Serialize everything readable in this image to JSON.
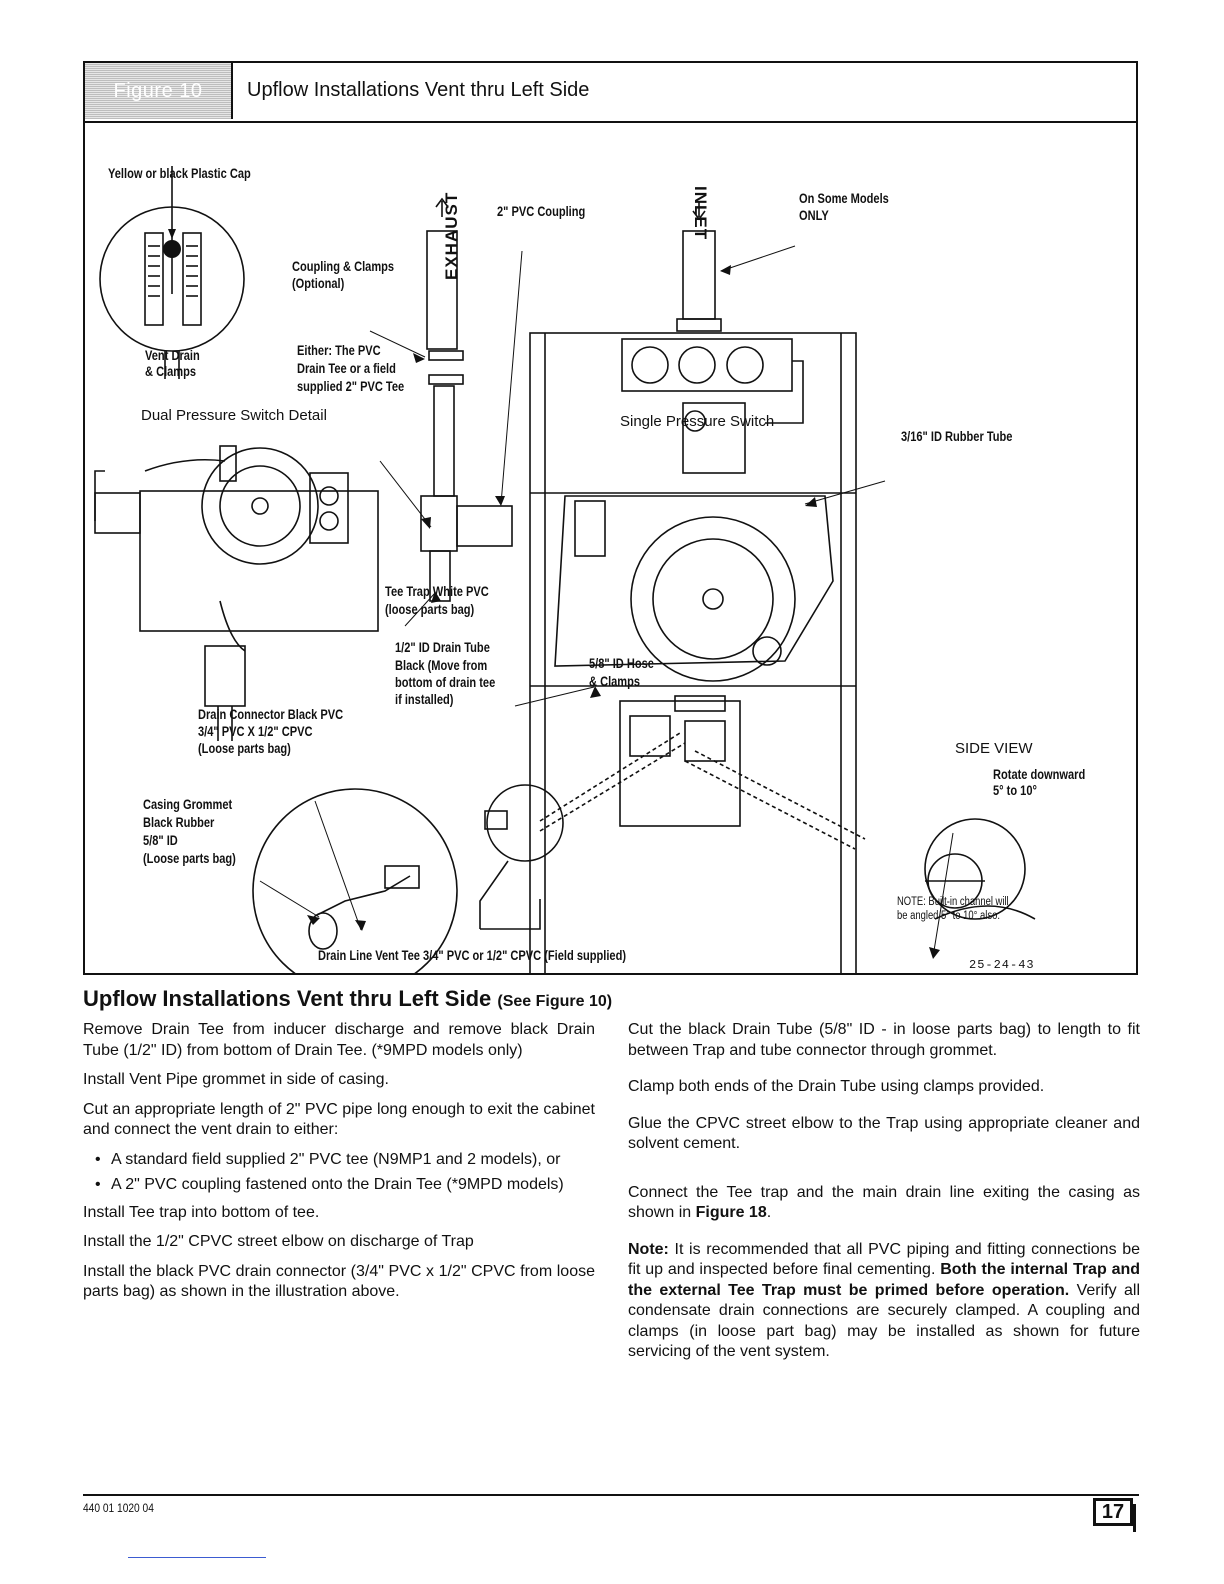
{
  "figure": {
    "tag": "Figure 10",
    "title": "Upflow Installations Vent thru Left Side",
    "doc_number": "25-24-43",
    "labels": {
      "cap": "Yellow or black Plastic Cap",
      "vent_drain_1": "Vent Drain",
      "vent_drain_2": "& Clamps",
      "dual_switch": "Dual Pressure Switch  Detail",
      "coupling_clamps_1": "Coupling & Clamps",
      "coupling_clamps_2": "(Optional)",
      "pvc_coupling": "2\" PVC Coupling",
      "exhaust": "EXHAUST",
      "inlet": "INLET",
      "some_models_1": "On Some Models",
      "some_models_2": "ONLY",
      "either_1": "Either: The PVC",
      "either_2": "Drain Tee or a field",
      "either_3": "supplied 2\" PVC Tee",
      "single_switch": "Single Pressure Switch",
      "rubber_tube": "3/16\" ID Rubber Tube",
      "tee_trap_1": "Tee Trap White  PVC",
      "tee_trap_2": "(loose parts bag)",
      "drain_tube_1": "1/2\" ID Drain Tube",
      "drain_tube_2": "Black (Move from",
      "drain_tube_3": "bottom of drain tee",
      "drain_tube_4": "if installed)",
      "hose_1": "5/8\" ID Hose",
      "hose_2": "& Clamps",
      "connector_1": "Drain Connector Black PVC",
      "connector_2": "3/4\" PVC X 1/2\" CPVC",
      "connector_3": "(Loose parts bag)",
      "grommet_1": "Casing Grommet",
      "grommet_2": "Black Rubber",
      "grommet_3": "5/8\" ID",
      "grommet_4": "(Loose parts bag)",
      "side_view": "SIDE VIEW",
      "rotate_1": "Rotate downward",
      "rotate_2": "5° to 10°",
      "note_1": "NOTE: Built-in channel will",
      "note_2": "be angled 5° to 10°  also.",
      "drain_line": "Drain Line Vent Tee 3/4\" PVC or 1/2\" CPVC (Field supplied)"
    }
  },
  "section": {
    "title": "Upflow Installations Vent thru Left Side",
    "see": "(See Figure 10)"
  },
  "left_col": {
    "p1": "Remove Drain Tee from inducer discharge and remove black Drain Tube (1/2\" ID) from bottom of Drain Tee. (*9MPD models only)",
    "p2": "Install Vent Pipe grommet in side of casing.",
    "p3": "Cut an appropriate length of 2\" PVC pipe long enough to exit the cabinet and connect the vent drain to either:",
    "bullet1": "A standard field supplied 2\" PVC tee (N9MP1 and 2 models), or",
    "bullet2": "A 2\" PVC coupling fastened onto the Drain Tee (*9MPD models)",
    "p4": "Install Tee trap into bottom of tee.",
    "p5": "Install the 1/2\" CPVC street elbow on discharge of Trap",
    "p6": "Install the black PVC drain connector (3/4\" PVC x 1/2\" CPVC from loose parts bag) as shown in the illustration above."
  },
  "right_col": {
    "p1": "Cut the black Drain Tube (5/8\" ID - in loose parts bag) to length to fit between Trap and tube connector through grommet.",
    "p2": "Clamp both ends of the Drain Tube using clamps provided.",
    "p3": "Glue the CPVC street elbow to the Trap using appropriate cleaner and solvent cement.",
    "p4a": "Connect the Tee trap and the main drain line exiting the casing as shown in ",
    "p4b": "Figure 18",
    "p4c": ".",
    "note_label": "Note:",
    "note_a": " It is recommended that all PVC piping and fitting connections be fit up and inspected before final cementing. ",
    "note_b": "Both the internal Trap and the external Tee Trap must be primed before operation.",
    "note_c": " Verify all condensate drain connections are securely clamped. A coupling and clamps (in loose part bag) may be installed as shown for future servicing of the vent system."
  },
  "footer": {
    "code": "440 01 1020 04",
    "page": "17"
  }
}
